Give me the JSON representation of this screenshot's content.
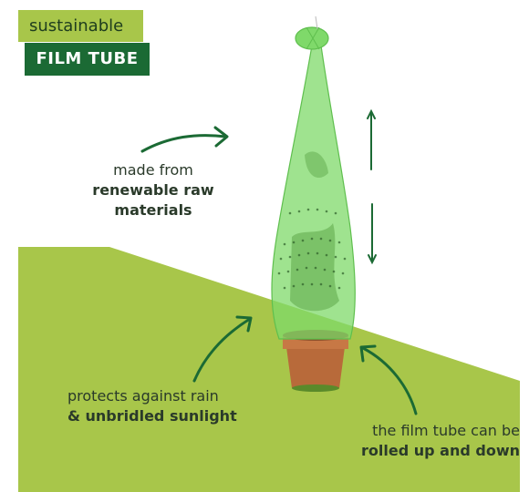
{
  "badge": {
    "line1": "sustainable",
    "line2": "FILM TUBE"
  },
  "captions": {
    "renewable": {
      "line1": "made from",
      "line2": "renewable raw",
      "line3": "materials"
    },
    "protects": {
      "line1": "protects against rain",
      "line2": "& unbridled sunlight"
    },
    "rolled": {
      "line1": "the film tube can be",
      "line2": "rolled up and down"
    }
  },
  "colors": {
    "accent_green": "#1b6a34",
    "lime": "#a8c64a",
    "film": "#7fd96a",
    "pot": "#b86a3a"
  }
}
